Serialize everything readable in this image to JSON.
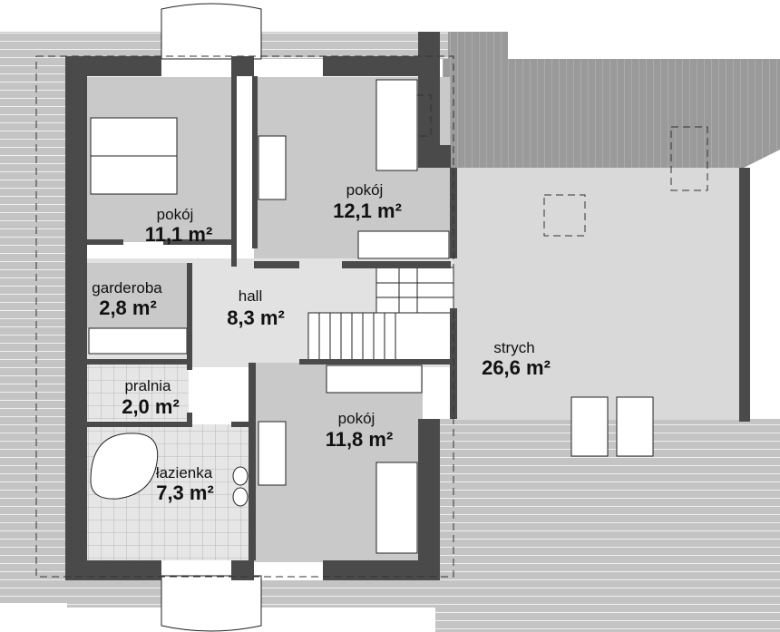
{
  "rooms": [
    {
      "id": "pokoj1",
      "name": "pokój",
      "area": "11,1 m²"
    },
    {
      "id": "pokoj2",
      "name": "pokój",
      "area": "12,1 m²"
    },
    {
      "id": "garderoba",
      "name": "garderoba",
      "area": "2,8 m²"
    },
    {
      "id": "hall",
      "name": "hall",
      "area": "8,3 m²"
    },
    {
      "id": "pralnia",
      "name": "pralnia",
      "area": "2,0 m²"
    },
    {
      "id": "lazienka",
      "name": "łazienka",
      "area": "7,3 m²"
    },
    {
      "id": "pokoj3",
      "name": "pokój",
      "area": "11,8 m²"
    },
    {
      "id": "strych",
      "name": "strych",
      "area": "26,6 m²"
    }
  ],
  "colors": {
    "wall": "#4a4a4a",
    "room": "#c9c9c9",
    "hall": "#e2e2e2",
    "attic": "#d9d9d9",
    "roof": "#bdbdbd"
  }
}
